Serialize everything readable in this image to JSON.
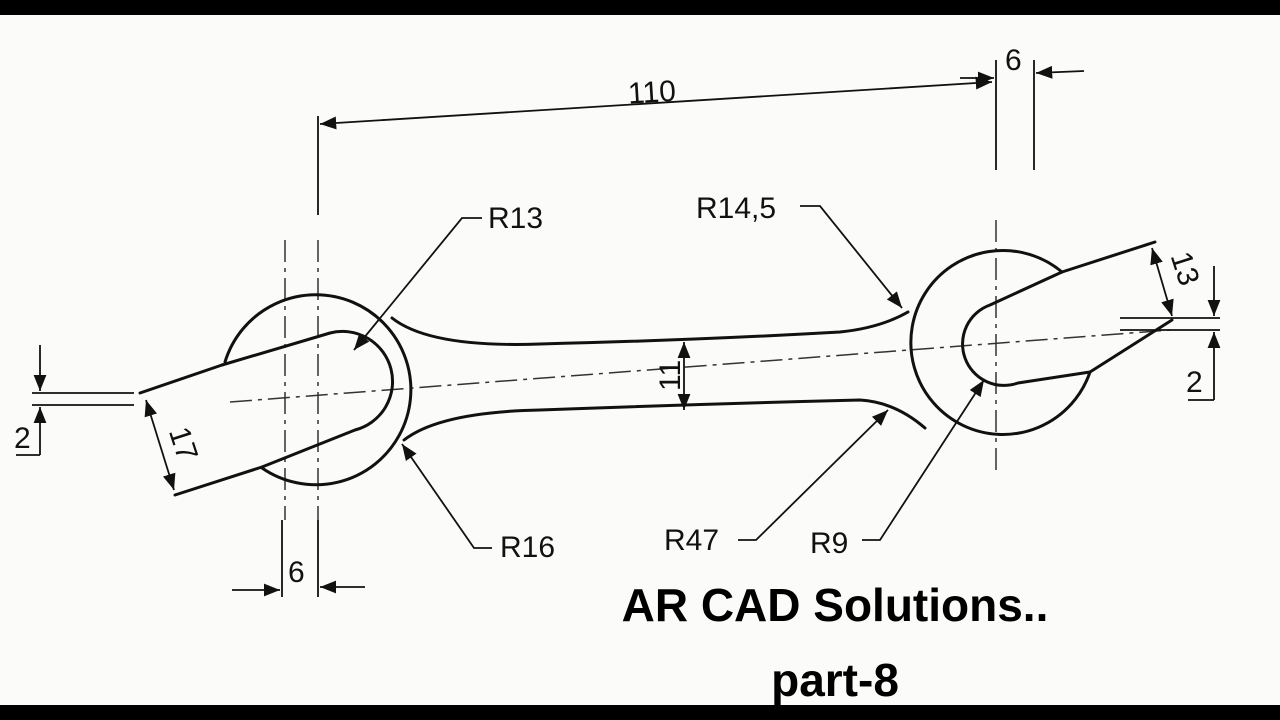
{
  "drawing": {
    "dimensions": {
      "center_distance": "110",
      "left_offset": "6",
      "right_offset": "6",
      "left_jaw_width": "17",
      "right_jaw_width": "13",
      "left_angle_offset": "2",
      "right_angle_offset": "2",
      "handle_width": "11"
    },
    "radii": {
      "r13": "R13",
      "r14_5": "R14,5",
      "r16": "R16",
      "r47": "R47",
      "r9": "R9"
    }
  },
  "caption": {
    "title": "AR CAD Solutions..",
    "part": "part-8"
  },
  "colors": {
    "paper": "#fbfbf9",
    "ink": "#111111",
    "frame": "#000000"
  }
}
